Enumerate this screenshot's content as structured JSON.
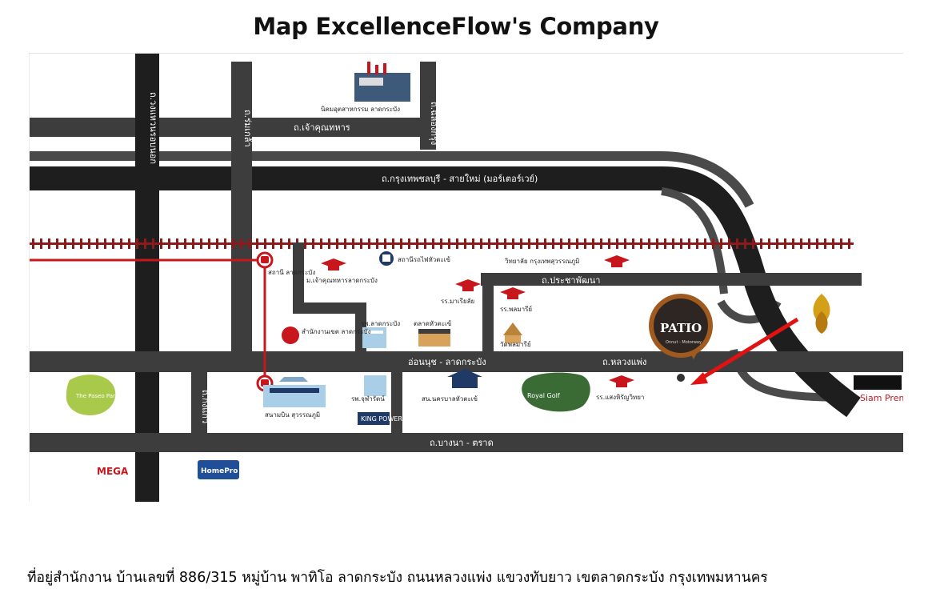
{
  "title": "Map ExcellenceFlow's Company",
  "map": {
    "roads": {
      "chao_khun_thahan": "ถ.เจ้าคุณทหาร",
      "motorway": "ถ.กรุงเทพชลบุรี - สายใหม่ (มอร์เตอร์เวย์)",
      "prachaphatthana": "ถ.ประชาพัฒนา",
      "on_nut": "อ่อนนุช - ลาดกระบัง",
      "luang_phaeng": "ถ.หลวงแพ่ง",
      "bangna_trat": "ถ.บางนา - ตราด",
      "ring_road": "ถ.วงแหวนรอบนอก",
      "rom_klao": "ถ.ร่มเกล้า",
      "chalong_krung": "ถ.ฉลองกรุง",
      "king_kaeo": "ถ.กิ่งแก้ว"
    },
    "places": {
      "industrial_estate": "นิคมอุตสาหกรรม ลาดกระบัง",
      "railway_station": "สถานีรถไฟหัวตะเข้",
      "kmitl": "วิทยาลัย กรุงเทพสุวรรณภูมิ",
      "kmitl_uni": "ม.เจ้าคุณทหารลาดกระบัง",
      "school_1": "รร.มาเรียลัย",
      "school_2": "รร.พลมารีย์",
      "temple": "วัดพลมารีย์",
      "hospital": "รพ.ลาดกระบัง",
      "market": "ตลาดหัวตะเข้",
      "district_office": "สำนักงานเขต ลาดกระบัง",
      "airport_link": "สถานี ลาดกระบัง",
      "airport": "สนามบิน สุวรรณภูมิ",
      "hospital_2": "รพ.จุฬารัตน์",
      "police": "สน.นครบาลหัวตะเข้",
      "school_3": "รร.แสงหิรัญวิทยา",
      "king_power": "KING POWER",
      "royal_golf": "Royal Golf",
      "paseo": "The Paseo Park",
      "mega": "MEGA",
      "homepro": "HomePro",
      "siam_outlet": "Siam Premium Outlet",
      "patio_main": "PATIO",
      "patio_sub": "Onnut - Motorway"
    }
  },
  "address": "ที่อยู่สำนักงาน บ้านเลขที่ 886/315 หมู่บ้าน พาทิโอ ลาดกระบัง ถนนหลวงแพ่ง แขวงทับยาว เขตลาดกระบัง กรุงเทพมหานคร",
  "colors": {
    "road": "#3d3d3d",
    "dark_road": "#1e1e1e",
    "rail": "#8b1a1a",
    "pin": "#a05a1f",
    "arrow": "#e01212",
    "marker": "#c8161d"
  }
}
